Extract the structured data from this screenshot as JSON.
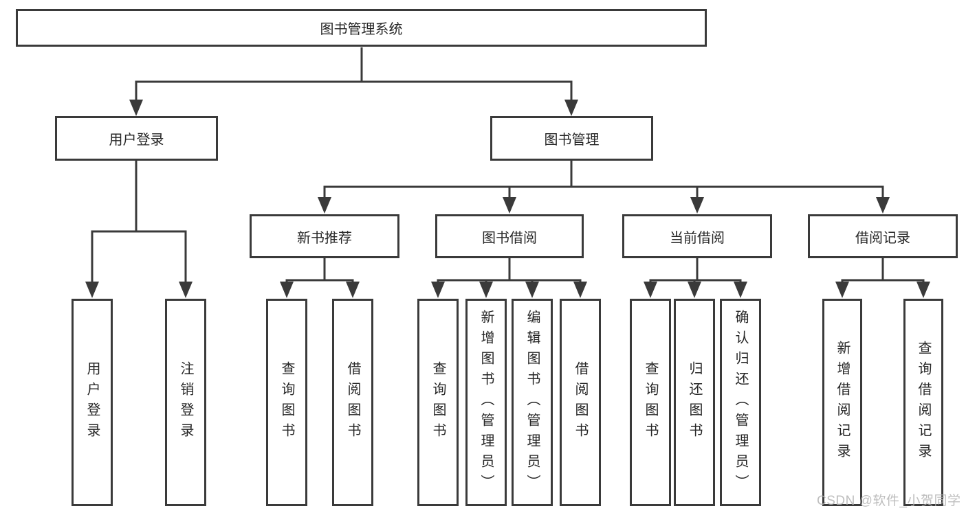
{
  "diagram": {
    "type": "hierarchy-tree",
    "root": {
      "label": "图书管理系统"
    },
    "branches": {
      "user_login": {
        "label": "用户登录",
        "children": [
          {
            "label": "用户登录"
          },
          {
            "label": "注销登录"
          }
        ]
      },
      "book_management": {
        "label": "图书管理",
        "children": {
          "new_book_recommend": {
            "label": "新书推荐",
            "children": [
              {
                "label": "查询图书"
              },
              {
                "label": "借阅图书"
              }
            ]
          },
          "book_borrowing": {
            "label": "图书借阅",
            "children": [
              {
                "label": "查询图书"
              },
              {
                "label": "新增图书（管理员）"
              },
              {
                "label": "编辑图书（管理员）"
              },
              {
                "label": "借阅图书"
              }
            ]
          },
          "current_borrowing": {
            "label": "当前借阅",
            "children": [
              {
                "label": "查询图书"
              },
              {
                "label": "归还图书"
              },
              {
                "label": "确认归还（管理员）"
              }
            ]
          },
          "borrowing_records": {
            "label": "借阅记录",
            "children": [
              {
                "label": "新增借阅记录"
              },
              {
                "label": "查询借阅记录"
              }
            ]
          }
        }
      }
    }
  },
  "watermark": {
    "text": "CSDN @软件_小贺同学"
  },
  "colors": {
    "line": "#3a3a3a",
    "node_border": "#3a3a3a",
    "node_background": "#ffffff",
    "text": "#262626",
    "watermark": "#b3b3b3",
    "page_background": "#ffffff"
  }
}
